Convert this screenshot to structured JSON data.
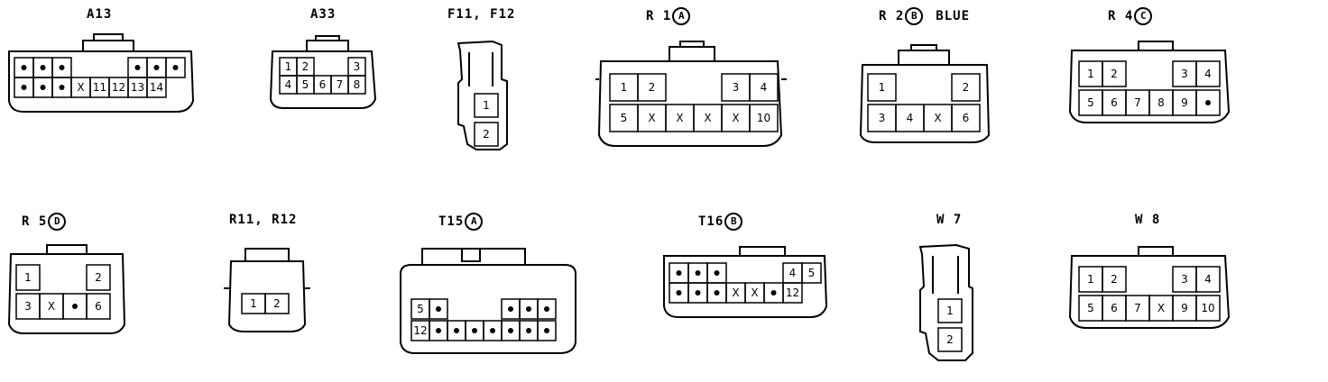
{
  "connectors": [
    {
      "id": "A13",
      "label": "A13",
      "circle": "",
      "extra": "",
      "rows": [
        [
          "•",
          "•",
          "•",
          "",
          "",
          "",
          "•",
          "•",
          "•"
        ],
        [
          "•",
          "•",
          "•",
          "X",
          "11",
          "12",
          "13",
          "14"
        ]
      ]
    },
    {
      "id": "A33",
      "label": "A33",
      "circle": "",
      "extra": "",
      "rows": [
        [
          "1",
          "2",
          "",
          "",
          "3"
        ],
        [
          "4",
          "5",
          "6",
          "7",
          "8"
        ]
      ]
    },
    {
      "id": "F11F12",
      "label": "F11, F12",
      "circle": "",
      "extra": "",
      "rows": [
        [
          "1"
        ],
        [
          "2"
        ]
      ]
    },
    {
      "id": "R1",
      "label": "R 1",
      "circle": "A",
      "extra": "",
      "rows": [
        [
          "1",
          "2",
          "",
          "",
          "3",
          "4"
        ],
        [
          "5",
          "X",
          "X",
          "X",
          "X",
          "10"
        ]
      ]
    },
    {
      "id": "R2",
      "label": "R 2",
      "circle": "B",
      "extra": "BLUE",
      "rows": [
        [
          "1",
          "",
          "",
          "2"
        ],
        [
          "3",
          "4",
          "X",
          "6"
        ]
      ]
    },
    {
      "id": "R4",
      "label": "R 4",
      "circle": "C",
      "extra": "",
      "rows": [
        [
          "1",
          "2",
          "",
          "",
          "3",
          "4"
        ],
        [
          "5",
          "6",
          "7",
          "8",
          "9",
          "•"
        ]
      ]
    },
    {
      "id": "R5",
      "label": "R 5",
      "circle": "D",
      "extra": "",
      "rows": [
        [
          "1",
          "",
          "",
          "2"
        ],
        [
          "3",
          "X",
          "•",
          "6"
        ]
      ]
    },
    {
      "id": "R11R12",
      "label": "R11, R12",
      "circle": "",
      "extra": "",
      "rows": [
        [
          "1",
          "2"
        ]
      ]
    },
    {
      "id": "T15",
      "label": "T15",
      "circle": "A",
      "extra": "",
      "rows": [
        [
          "5",
          "•",
          "",
          "",
          "",
          "•",
          "•",
          "•"
        ],
        [
          "12",
          "•",
          "•",
          "•",
          "•",
          "•",
          "•",
          "•"
        ]
      ]
    },
    {
      "id": "T16",
      "label": "T16",
      "circle": "B",
      "extra": "",
      "rows": [
        [
          "•",
          "•",
          "•",
          "",
          "",
          "",
          "4",
          "5"
        ],
        [
          "•",
          "•",
          "•",
          "X",
          "X",
          "•",
          "12"
        ]
      ]
    },
    {
      "id": "W7",
      "label": "W 7",
      "circle": "",
      "extra": "",
      "rows": [
        [
          "1"
        ],
        [
          "2"
        ]
      ]
    },
    {
      "id": "W8",
      "label": "W 8",
      "circle": "",
      "extra": "",
      "rows": [
        [
          "1",
          "2",
          "",
          "",
          "3",
          "4"
        ],
        [
          "5",
          "6",
          "7",
          "X",
          "9",
          "10"
        ]
      ]
    }
  ]
}
